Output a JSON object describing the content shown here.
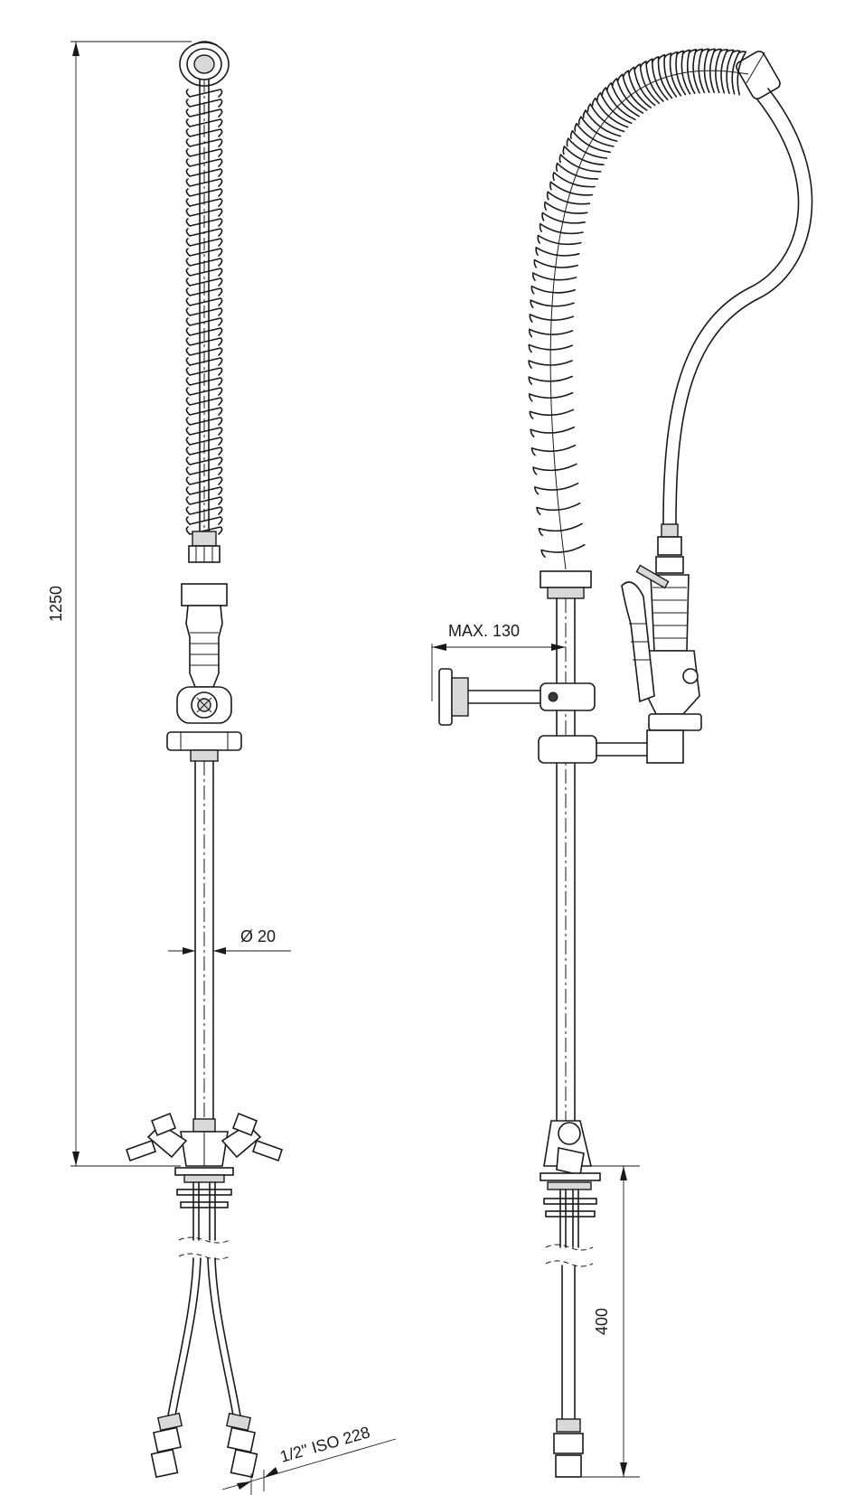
{
  "dimensions": {
    "overall_height": "1250",
    "pipe_diameter": "Ø 20",
    "max_reach": "MAX. 130",
    "hose_length": "400",
    "connection_thread": "1/2\" ISO 228"
  }
}
